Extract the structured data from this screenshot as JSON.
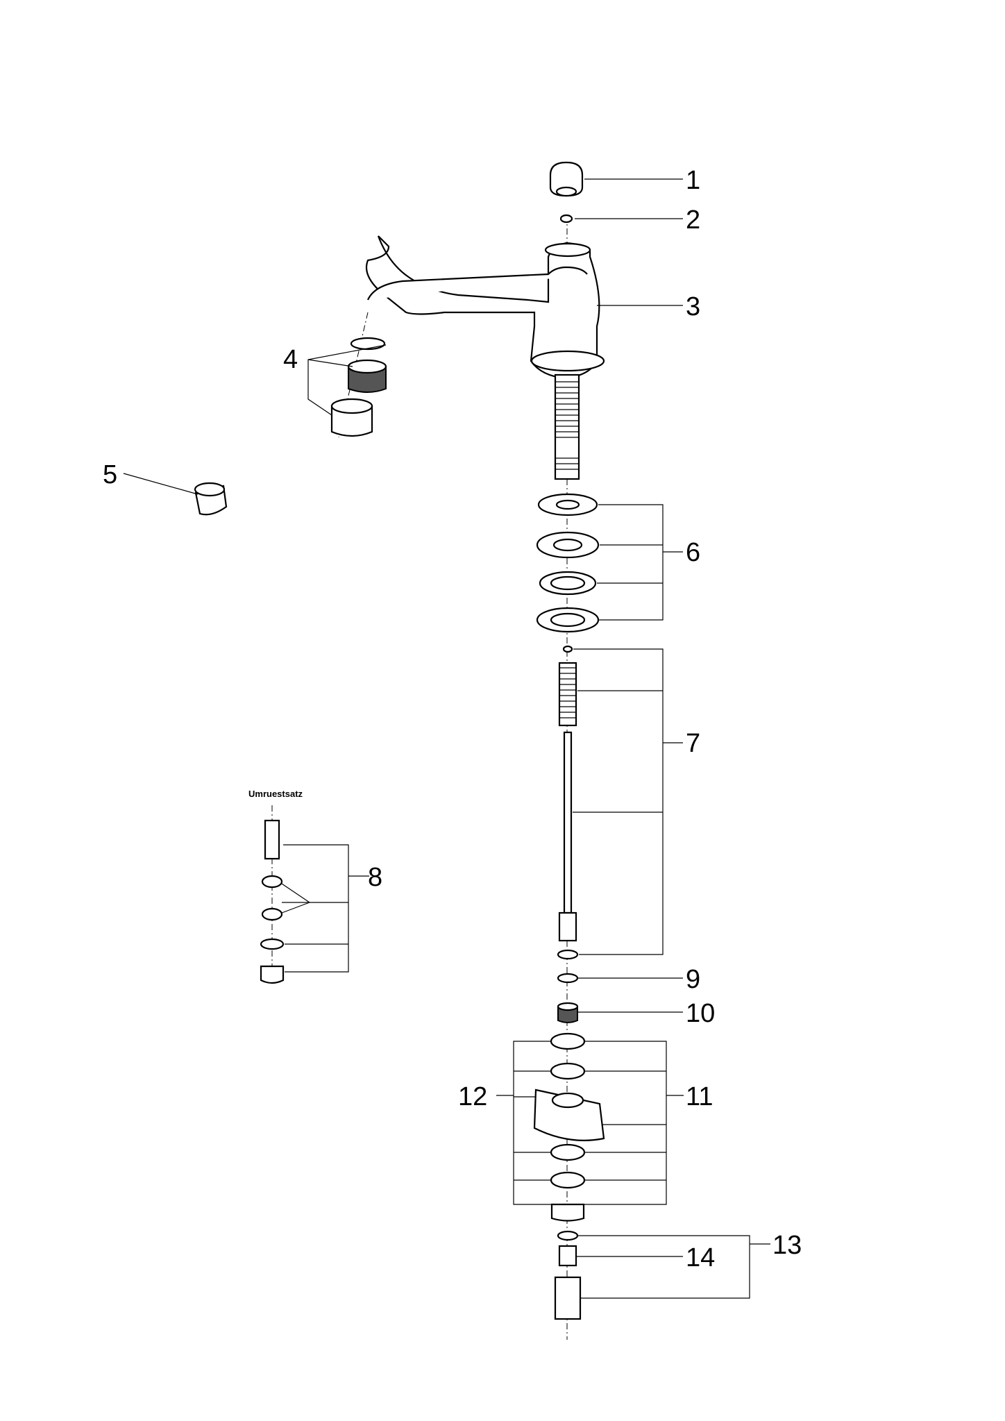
{
  "callouts": {
    "n1": "1",
    "n2": "2",
    "n3": "3",
    "n4": "4",
    "n5": "5",
    "n6": "6",
    "n7": "7",
    "n8": "8",
    "n9": "9",
    "n10": "10",
    "n11": "11",
    "n12": "12",
    "n13": "13",
    "n14": "14"
  },
  "note": "Umruestsatz"
}
